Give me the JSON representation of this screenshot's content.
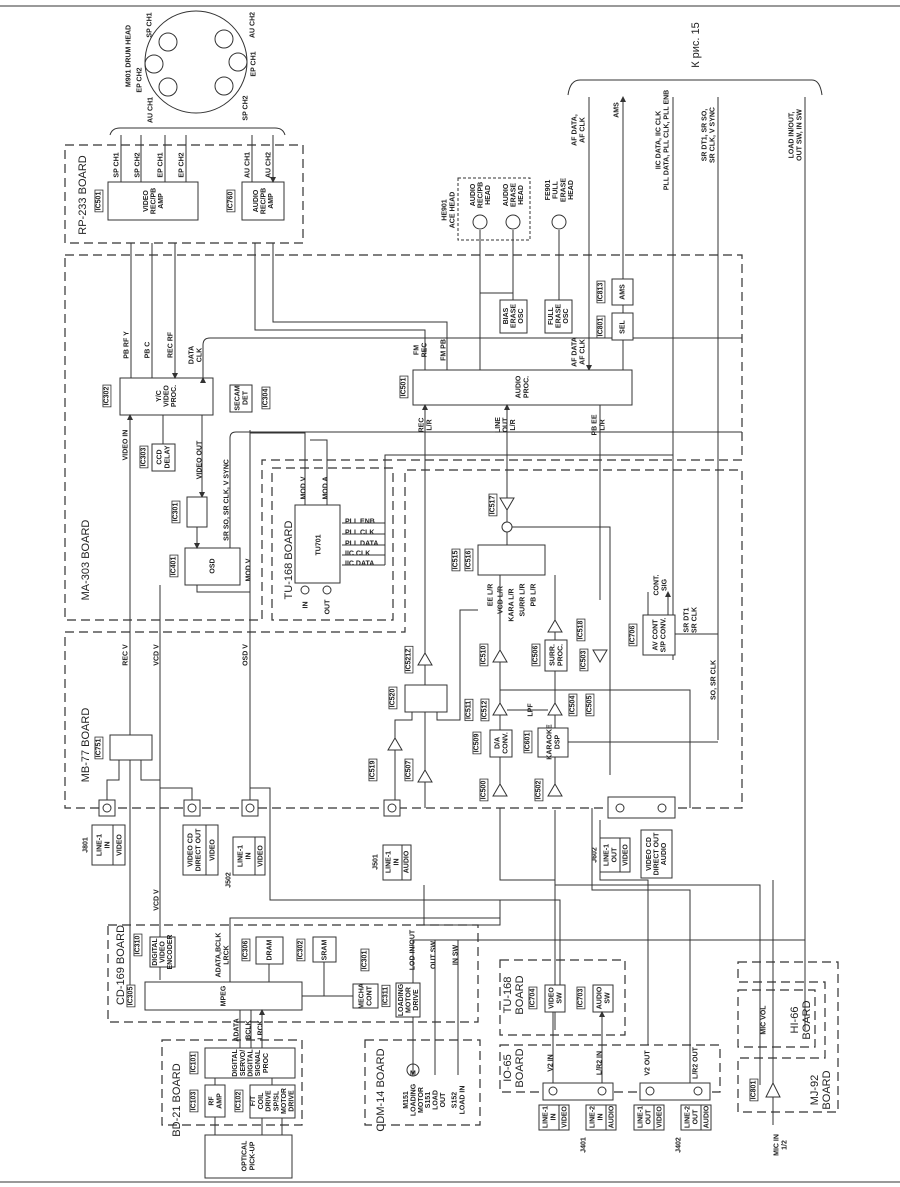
{
  "ref": "К рис. 15",
  "drum": {
    "title": "M901  DRUM HEAD",
    "sp1": "SP CH1",
    "ep2": "EP CH2",
    "au1": "AU CH1",
    "au2": "AU CH2",
    "ep1": "EP CH1",
    "sp2": "SP CH2"
  },
  "rp233": {
    "board": "RP-233 BOARD",
    "ic501": "IC501",
    "vamp": "VIDEO\nREC/PB\nAMP",
    "ic760": "IC760",
    "aamp": "AUDIO\nREC/PB\nAMP",
    "s1": "SP CH1",
    "s2": "SP CH2",
    "s3": "EP CH1",
    "s4": "EP CH2",
    "s5": "AU CH1",
    "s6": "AU CH2"
  },
  "heads": {
    "he901": "HE901\nACE HEAD",
    "recpb": "AUDIO\nREC/PB\nHEAD",
    "erase": "AUDIO\nERASE\nHEAD",
    "fe901": "FE901\nFULL\nERASE\nHEAD"
  },
  "bus": {
    "af": "AF DATA,\nAF CLK",
    "ams": "AMS",
    "iic": "IIC DATA, IIC CLK\nPLL DATA, PLL CLK, PLL ENB",
    "sr": "SR DT1, SR SO,\nSR CLK, V SYNC",
    "load": "LOAD IN/OUT,\nOUT SW, IN SW"
  },
  "ma303": {
    "board": "MA-303 BOARD",
    "ic302": "IC302",
    "yc": "Y/C\nVIDEO\nPROC.",
    "pbrfy": "PB RF Y",
    "pbc": "PB C",
    "recrf": "REC RF",
    "dataclk": "DATA\nCLK",
    "secam": "SECAM\nDET",
    "ic304": "IC304",
    "ic303": "IC303",
    "ccd": "CCD\nDELAY",
    "videoin": "VIDEO IN",
    "videoout": "VIDEO OUT",
    "ic301": "IC301",
    "ic401": "IC401",
    "osd": "OSD",
    "srso": "SR SO, SR CLK, V SYNC",
    "modv": "MOD V",
    "ic501": "IC501",
    "aproc": "AUDIO\nPROC.",
    "fmrec": "FM\nREC",
    "fmpb": "FM PB",
    "bias": "BIAS\nERASE\nOSC",
    "full": "FULL\nERASE\nOSC",
    "afdata": "AF DATA\nAF CLK",
    "ic801": "IC801",
    "sel": "SEL",
    "ic813": "IC813",
    "ams": "AMS",
    "reclr": "REC\nL/R",
    "lineout": "LINE\nOUT\nL/R",
    "pbee": "PB EE\nL/R"
  },
  "tu168a": {
    "board": "TU-168 BOARD",
    "tu701": "TU701",
    "modv": "MOD V",
    "moda": "MOD A",
    "pll": [
      "PLL ENB",
      "PLL CLK",
      "PLL DATA",
      "IIC CLK",
      "IIC DATA"
    ],
    "in": "IN",
    "out": "OUT"
  },
  "mb77": {
    "board": "MB-77 BOARD",
    "ic751": "IC751",
    "recv": "REC V",
    "vcdv": "VCD V",
    "osdv": "OSD V",
    "ic517": "IC517",
    "ic515": "IC515",
    "ic516": "IC516",
    "eelr": "EE L/R",
    "vcdlr": "VCD L/R",
    "karalr": "KARA L/R",
    "surrlr": "SURR L/R",
    "pblr": "PB L/R",
    "ic518": "IC518",
    "ic506": "IC506",
    "surr": "SURR.\nPROC.",
    "ic503": "IC503",
    "ic510": "IC510",
    "ic511": "IC511",
    "ic512": "IC512",
    "lpf": "LPF",
    "ic504": "IC504",
    "ic505": "IC505",
    "ic509": "IC509",
    "da": "D/A\nCONV.",
    "ic601": "IC601",
    "karaoke": "KARAOKE\nDSP",
    "ic500": "IC500",
    "ic502": "IC502",
    "ic706": "IC706",
    "avcont": "AV CONT\nS/P CONV.",
    "contsig": "CONT.\nSIG",
    "srdt1": "SR DT1\nSR CLK",
    "sosrclk": "SO, SR CLK",
    "ic521z": "IC521Z",
    "ic520": "IC520",
    "ic519": "IC519",
    "ic507": "IC507"
  },
  "jacks": {
    "j801": "J801",
    "j801a": "LINE-1\nIN",
    "j801b": "VIDEO",
    "vcdout": "VIDEO CD\nDIRECT OUT",
    "vcdoutb": "VIDEO",
    "j502": "J502",
    "j502a": "LINE-1\nIN",
    "j502b": "VIDEO",
    "j501": "J501",
    "j501a": "LINE-1\nIN",
    "j501b": "AUDIO",
    "j602": "J602",
    "j602a": "LINE-1\nOUT",
    "j602b": "VIDEO",
    "vcdaud": "VIDEO CD\nDIRECT OUT\nAUDIO",
    "vcdv2": "VCD V"
  },
  "cd169": {
    "board": "CD-169 BOARD",
    "ic310": "IC310",
    "enc": "DIGITAL\nVIDEO\nENCODER",
    "ic305": "IC305",
    "mpeg": "MPEG",
    "adata": "ADATA,BCLK\nLRCK",
    "ic306": "IC306",
    "dram": "DRAM",
    "ic302": "IC302",
    "sram": "SRAM",
    "ic301": "IC301",
    "mecha": "MECHA\nCONT",
    "ic311": "IC311",
    "lmd": "LOADING\nMOTOR\nDRIVE",
    "lod": "LOD IN/OUT",
    "outsw": "OUT SW",
    "insw": "IN SW"
  },
  "bd21": {
    "board": "BD-21 BOARD",
    "ic101": "IC101",
    "dsp": "DIGITAL\nSERVO/\nDIGITAL\nSIGNAL\nPROC",
    "adata": "ADATA",
    "bclk": "BCLK",
    "lrck": "LRCK",
    "ic103": "IC103",
    "rf": "RF\nAMP",
    "ic102": "IC102",
    "coil": "F/T\nCOIL\nDRIVE\nSP/SL\nMOTOR\nDRIVE",
    "pickup": "OPTICAL\nPICK-UP"
  },
  "cdm14": {
    "board": "CDM-14 BOARD",
    "m151": "M151\nLOADING\nMOTOR",
    "s151": "S151\nLOAD\nOUT",
    "s152": "S152\nLOAD IN",
    "m": "M"
  },
  "tu168b": {
    "board": "TU-168\nBOARD",
    "ic704": "IC704",
    "vsw": "VIDEO\nSW",
    "ic703": "IC703",
    "asw": "AUDIO\nSW"
  },
  "io65": {
    "board": "IO-65\nBOARD",
    "v2in": "V2 IN",
    "lr2in": "L/R2 IN",
    "v2out": "V2 OUT",
    "lr2out": "L/R2 OUT",
    "j401": "J401",
    "l1in": "LINE-1\nIN",
    "video": "VIDEO",
    "l2in": "LINE-2\nIN",
    "audio": "AUDIO",
    "j402": "J402",
    "l1out": "LINE-1\nOUT",
    "l2out": "LINE-2\nOUT"
  },
  "hi66": {
    "board": "HI-66\nBOARD",
    "micvol": "MIC VOL"
  },
  "mj92": {
    "board": "MJ-92\nBOARD",
    "ic801": "IC801",
    "micin": "MIC IN\n1/2"
  }
}
